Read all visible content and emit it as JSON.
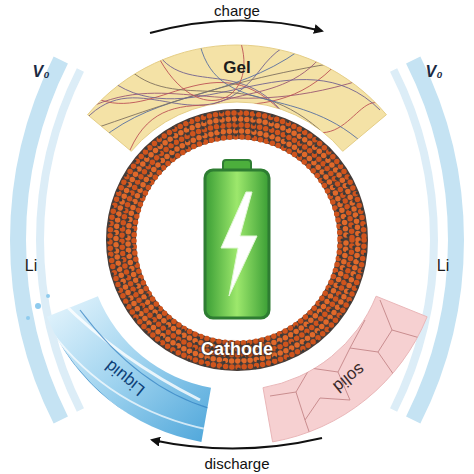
{
  "diagram": {
    "nodes": [
      {
        "text": [
          "Gel"
        ]
      },
      {
        "text": [
          "Li"
        ]
      },
      {
        "text": [
          "Li"
        ]
      },
      {
        "text": [
          "Cathode"
        ]
      },
      {
        "text": [
          "Liquid"
        ]
      },
      {
        "text": [
          "solid"
        ]
      }
    ],
    "labels": [
      "charge",
      "V₀",
      "V₀",
      "discharge"
    ]
  }
}
